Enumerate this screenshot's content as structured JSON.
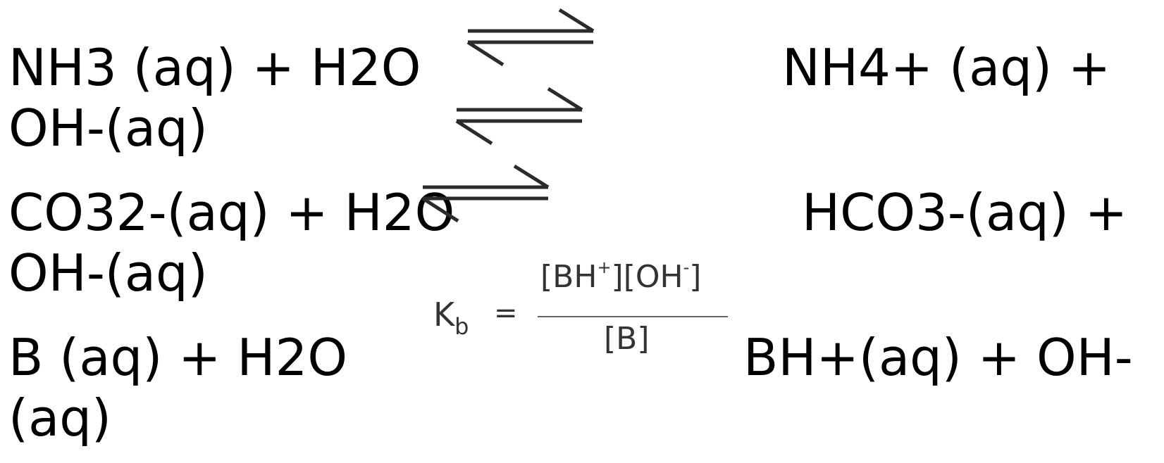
{
  "equations": [
    {
      "reactants": "NH3 (aq) + H2O",
      "products": "NH4+ (aq) +",
      "continuation": "OH-(aq)"
    },
    {
      "reactants": "CO32-(aq) + H2O",
      "products": "HCO3-(aq) +",
      "continuation": "OH-(aq)"
    },
    {
      "reactants": "B (aq) +   H2O",
      "products": "BH+(aq) +  OH-",
      "continuation": "(aq)"
    }
  ],
  "kb_expression": {
    "symbol": "K",
    "subscript": "b",
    "equals": "=",
    "numerator_part1": "[BH",
    "numerator_sup1": "+",
    "numerator_part2": "][OH",
    "numerator_sup2": "-",
    "numerator_part3": "]",
    "denominator": "[B]"
  },
  "colors": {
    "text": "#000000",
    "arrow": "#2b2b2b",
    "formula": "#333333"
  },
  "icons": [
    "equilibrium-arrow-icon"
  ]
}
